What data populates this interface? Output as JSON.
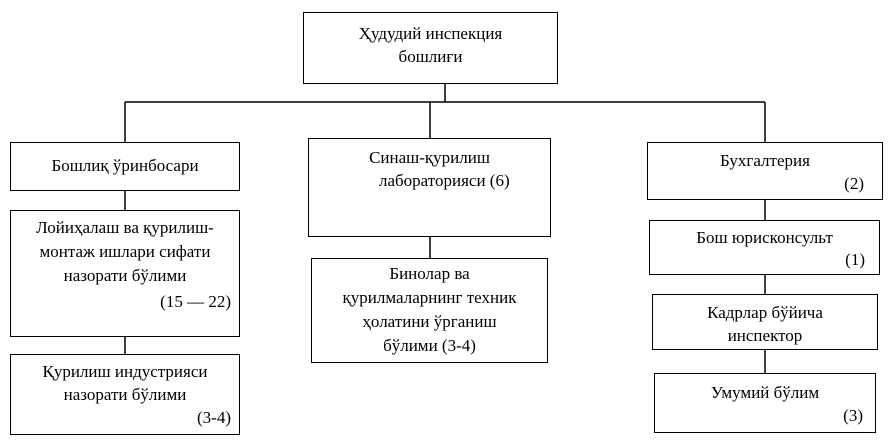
{
  "chief": {
    "line1": "Ҳудудий инспекция",
    "line2": "бошлиғи"
  },
  "left": {
    "deputy": "Бошлиқ ўринбосари",
    "design": {
      "line1": "Лойиҳалаш ва қурилиш-",
      "line2": "монтаж ишлари сифати",
      "line3": "назорати бўлими",
      "count": "(15 — 22)"
    },
    "industry": {
      "line1": "Қурилиш индустрияси",
      "line2": "назорати бўлими",
      "count": "(3-4)"
    }
  },
  "middle": {
    "lab": {
      "line1": "Синаш-қурилиш",
      "line2": "лабораторияси (6)"
    },
    "buildings": {
      "line1": "Бинолар ва",
      "line2": "қурилмаларнинг техник",
      "line3": "ҳолатини ўрганиш",
      "line4": "бўлими (3-4)"
    }
  },
  "right": {
    "accounting": {
      "label": "Бухгалтерия",
      "count": "(2)"
    },
    "legal": {
      "label": "Бош юрисконсульт",
      "count": "(1)"
    },
    "hr": {
      "line1": "Кадрлар бўйича",
      "line2": "инспектор"
    },
    "general": {
      "label": "Умумий бўлим",
      "count": "(3)"
    }
  }
}
